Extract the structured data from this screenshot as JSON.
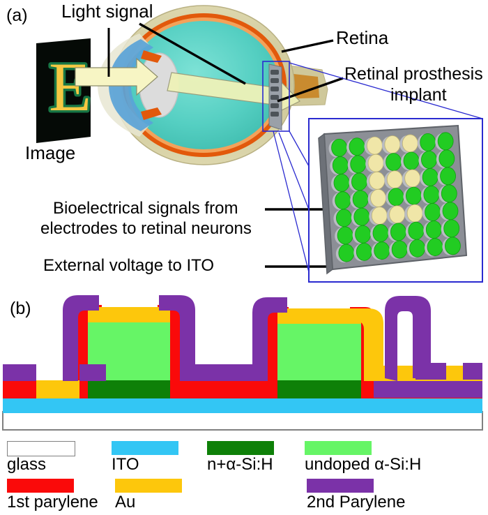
{
  "figure": {
    "panels": [
      {
        "tag": "(a)",
        "name": "eye-schematic"
      },
      {
        "tag": "(b)",
        "name": "device-cross-section"
      }
    ]
  },
  "panel_a": {
    "tag": "(a)",
    "labels": {
      "light_signal": "Light signal",
      "image": "Image",
      "retina": "Retina",
      "implant_line1": "Retinal prosthesis",
      "implant_line2": "implant",
      "bioelectrical_line1": "Bioelectrical signals from",
      "bioelectrical_line2": "electrodes to retinal neurons",
      "external_voltage": "External voltage to ITO"
    },
    "image_panel": {
      "letter": "E",
      "letter_color": "#f5c842",
      "glow_color": "#1f9c5a",
      "background": "#050a06"
    },
    "light_beam_color": "#f4f3bd",
    "eye": {
      "vitreous_color": "#5ed4c8",
      "sclera_color": "#cfc89a",
      "choroid_color": "#e2590b",
      "iris_color": "#5aa3d8",
      "lens_color": "#dcdcdc"
    },
    "electrode_array": {
      "rows": 7,
      "cols": 7,
      "active_color": "#f0e6a8",
      "inactive_color": "#22cc22",
      "substrate_color": "#8c8f96",
      "pattern_name": "letter-E",
      "pattern": [
        [
          0,
          0,
          1,
          1,
          1,
          0,
          0
        ],
        [
          0,
          0,
          1,
          0,
          0,
          0,
          0
        ],
        [
          0,
          0,
          1,
          1,
          1,
          0,
          0
        ],
        [
          0,
          0,
          1,
          0,
          0,
          0,
          0
        ],
        [
          0,
          0,
          1,
          1,
          1,
          0,
          0
        ],
        [
          0,
          0,
          0,
          0,
          0,
          0,
          0
        ],
        [
          0,
          0,
          0,
          0,
          0,
          0,
          0
        ]
      ],
      "callout_border_color": "#2a2ad0"
    }
  },
  "panel_b": {
    "tag": "(b)",
    "name": "layer-cross-section"
  },
  "legend": {
    "row1": [
      {
        "label": "glass",
        "color": "#ffffff",
        "border": "#808080"
      },
      {
        "label": "ITO",
        "color": "#33c6f4",
        "border": "none"
      },
      {
        "label": "n+α-Si:H",
        "color": "#0e8008",
        "border": "none"
      },
      {
        "label": "undoped α-Si:H",
        "color": "#66f566",
        "border": "none"
      }
    ],
    "row2": [
      {
        "label": "1st parylene",
        "color": "#fa0a0a",
        "border": "none"
      },
      {
        "label": "Au",
        "color": "#fdc70c",
        "border": "none"
      },
      {
        "label": "2nd Parylene",
        "color": "#7b32a8",
        "border": "none"
      }
    ]
  },
  "colors": {
    "glass": "#ffffff",
    "ito": "#33c6f4",
    "n_doped_si": "#0e8008",
    "undoped_si": "#66f566",
    "parylene1": "#fa0a0a",
    "au": "#fdc70c",
    "parylene2": "#7b32a8"
  }
}
